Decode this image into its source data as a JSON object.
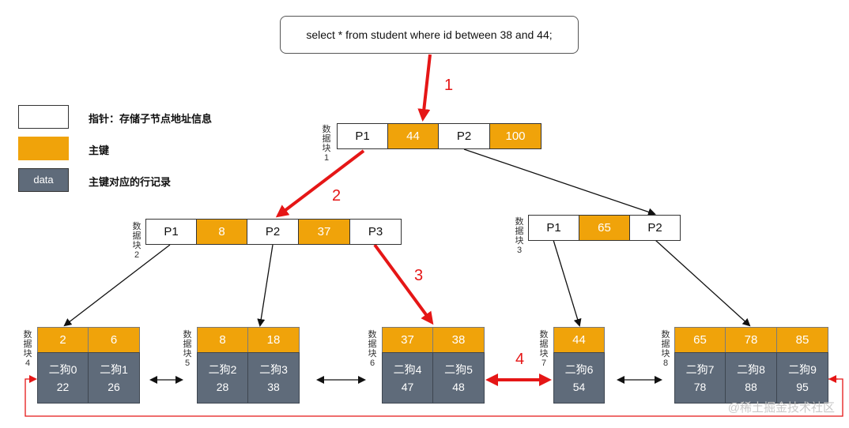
{
  "query": "select * from student where id between 38 and 44;",
  "legend": {
    "pointer": "指针：存储子节点地址信息",
    "key": "主键",
    "data_box": "data",
    "data": "主键对应的行记录"
  },
  "steps": [
    "1",
    "2",
    "3",
    "4"
  ],
  "block_label": "数\n据\n块",
  "root": {
    "block": "1",
    "cells": [
      "P1",
      "44",
      "P2",
      "100"
    ]
  },
  "internal_left": {
    "block": "2",
    "cells": [
      "P1",
      "8",
      "P2",
      "37",
      "P3"
    ]
  },
  "internal_right": {
    "block": "3",
    "cells": [
      "P1",
      "65",
      "P2"
    ]
  },
  "leaves": [
    {
      "block": "4",
      "keys": [
        "2",
        "6"
      ],
      "rows": [
        {
          "name": "二狗0",
          "val": "22"
        },
        {
          "name": "二狗1",
          "val": "26"
        }
      ]
    },
    {
      "block": "5",
      "keys": [
        "8",
        "18"
      ],
      "rows": [
        {
          "name": "二狗2",
          "val": "28"
        },
        {
          "name": "二狗3",
          "val": "38"
        }
      ]
    },
    {
      "block": "6",
      "keys": [
        "37",
        "38"
      ],
      "rows": [
        {
          "name": "二狗4",
          "val": "47"
        },
        {
          "name": "二狗5",
          "val": "48"
        }
      ]
    },
    {
      "block": "7",
      "keys": [
        "44"
      ],
      "rows": [
        {
          "name": "二狗6",
          "val": "54"
        }
      ]
    },
    {
      "block": "8",
      "keys": [
        "65",
        "78",
        "85"
      ],
      "rows": [
        {
          "name": "二狗7",
          "val": "78"
        },
        {
          "name": "二狗8",
          "val": "88"
        },
        {
          "name": "二狗9",
          "val": "95"
        }
      ]
    }
  ],
  "watermark": "@稀土掘金技术社区",
  "colors": {
    "pointer": "#ffffff",
    "key": "#f0a30a",
    "data": "#5f6b7a",
    "highlight": "#e51616"
  }
}
